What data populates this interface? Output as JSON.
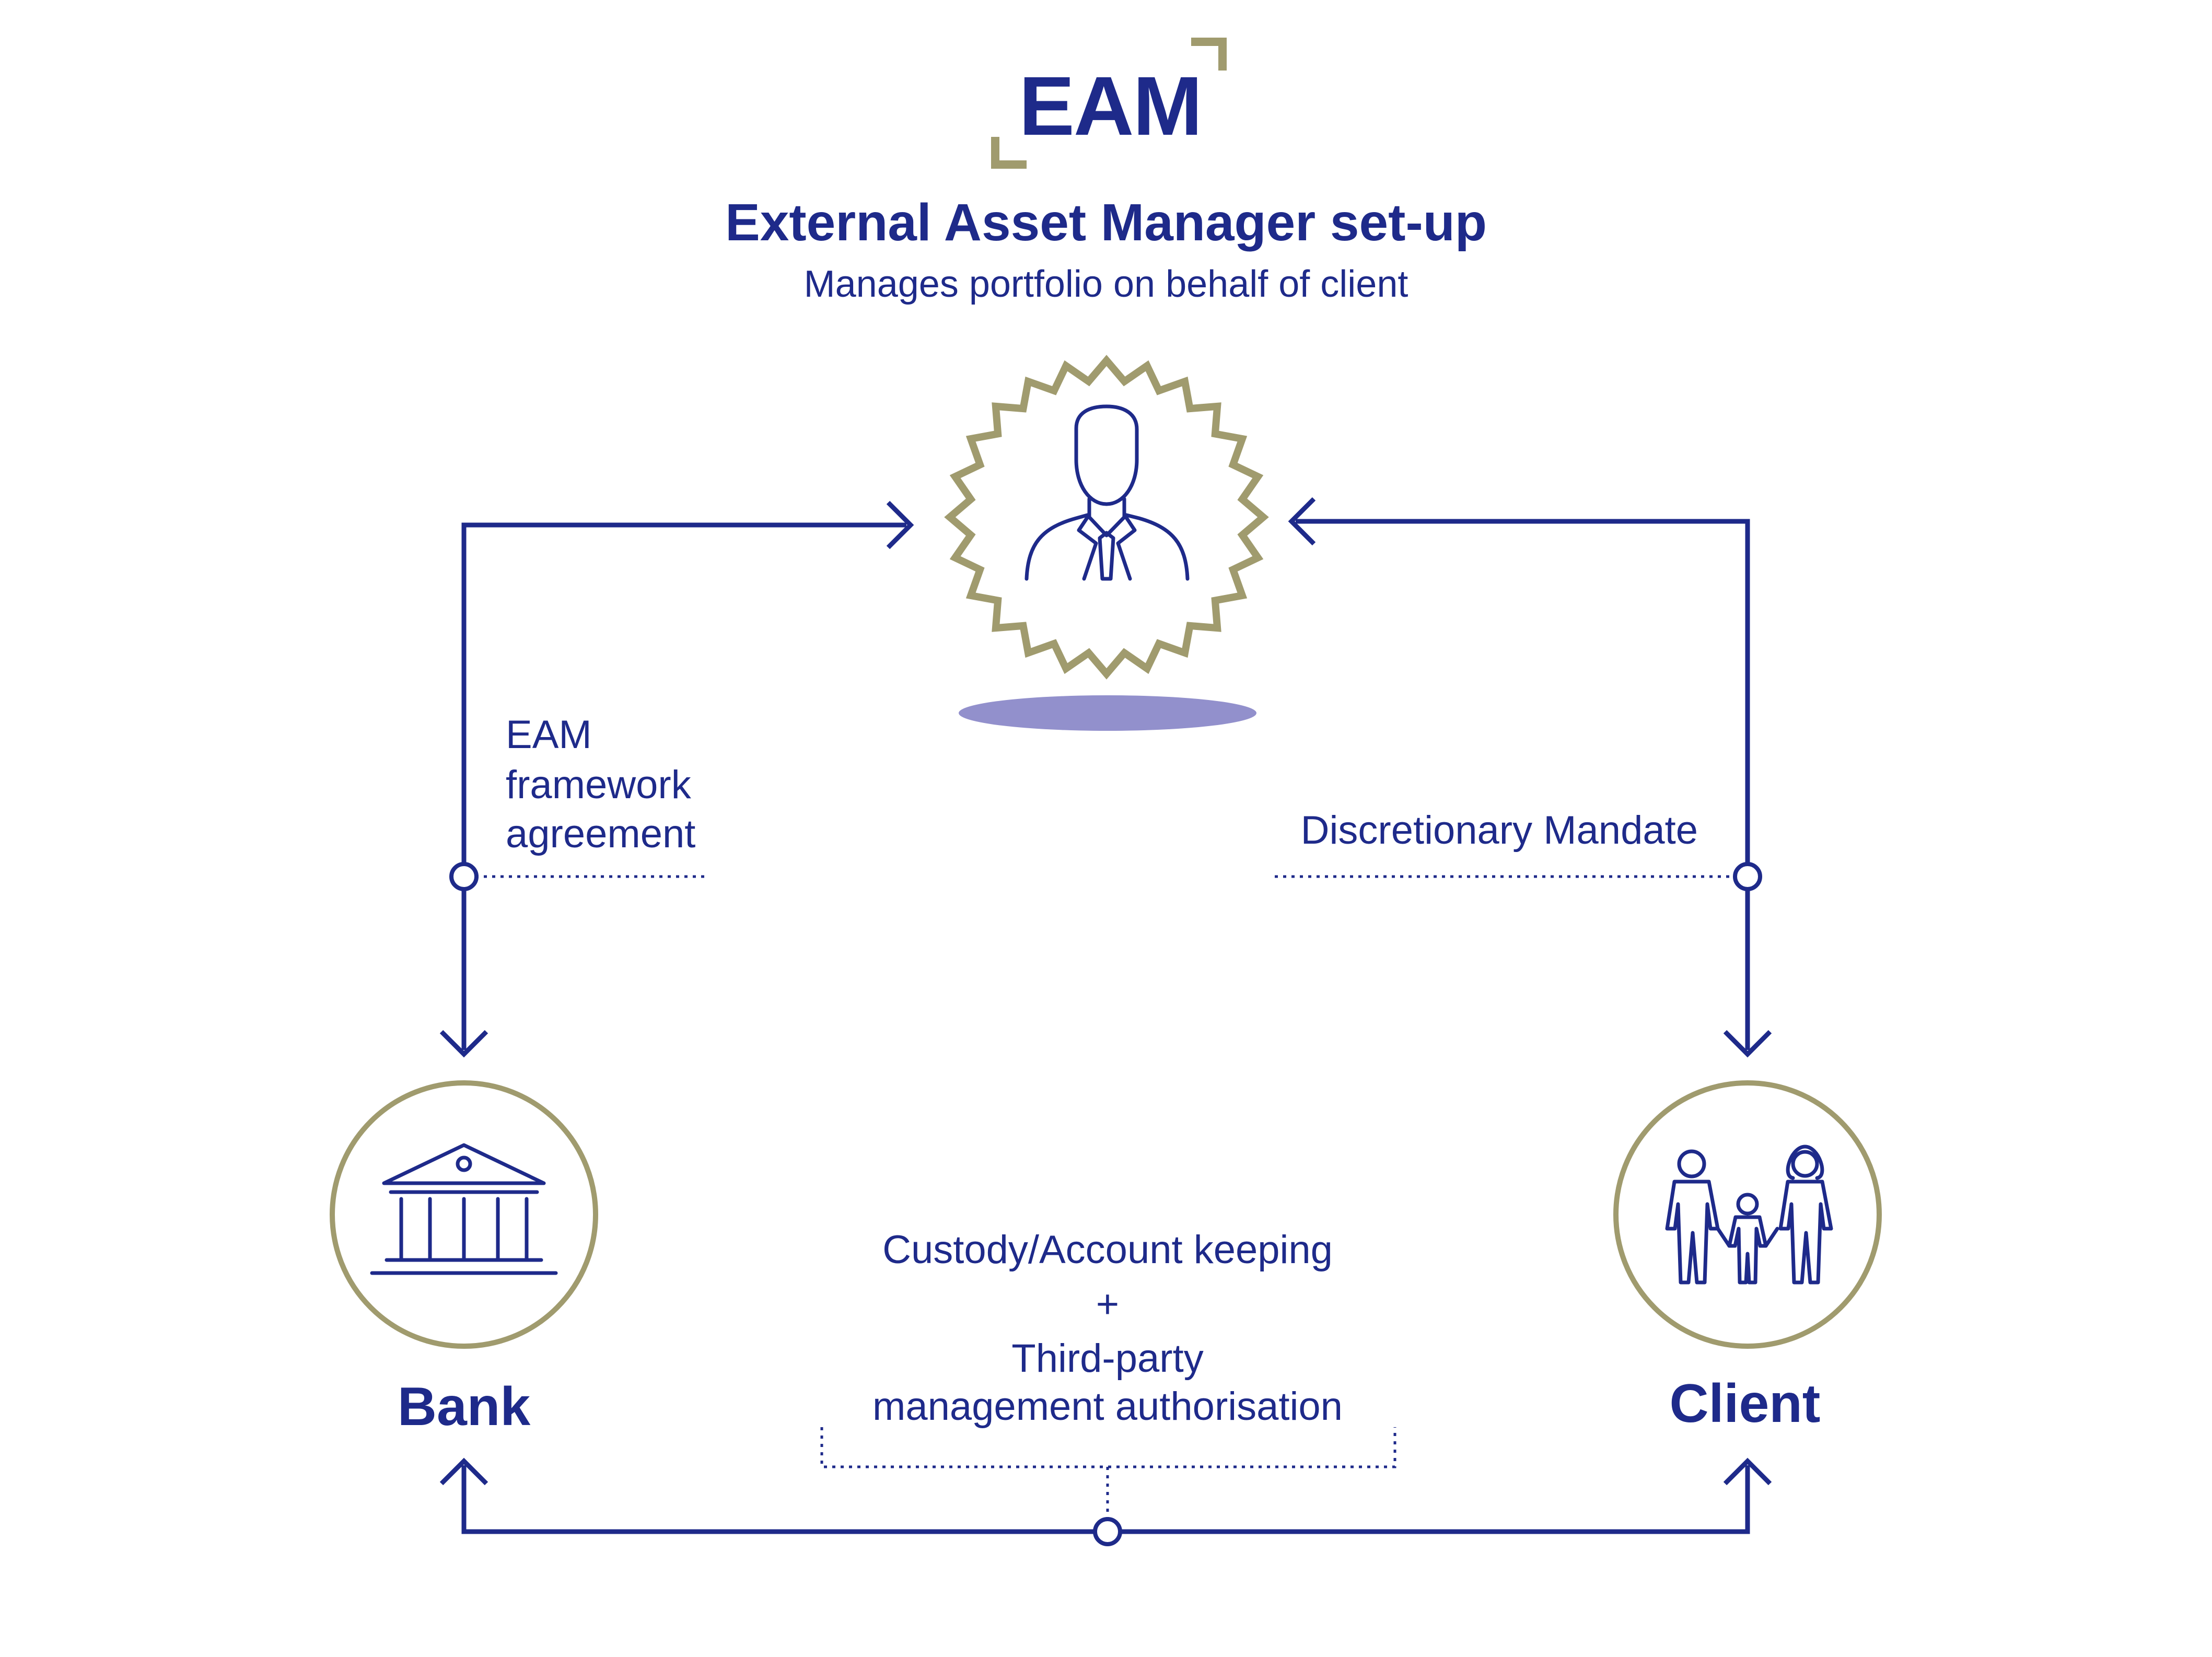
{
  "logo": {
    "text": "EAM",
    "bracket_color": "#a09b6e"
  },
  "header": {
    "title": "External Asset Manager set-up",
    "subtitle": "Manages portfolio on behalf of client"
  },
  "nodes": {
    "eam": {
      "icon": "business-person-icon"
    },
    "bank": {
      "label": "Bank",
      "icon": "bank-building-icon"
    },
    "client": {
      "label": "Client",
      "icon": "family-icon"
    }
  },
  "relations": {
    "left": {
      "lines": [
        "EAM",
        "framework",
        "agreement"
      ]
    },
    "right": {
      "label": "Discretionary Mandate"
    },
    "bottom": {
      "lines": [
        "Custody/Account keeping",
        "+",
        "Third-party",
        "management authorisation"
      ]
    }
  },
  "colors": {
    "primary": "#1e2a8a",
    "accent": "#a09b6e",
    "shadow": "#9290cc"
  }
}
